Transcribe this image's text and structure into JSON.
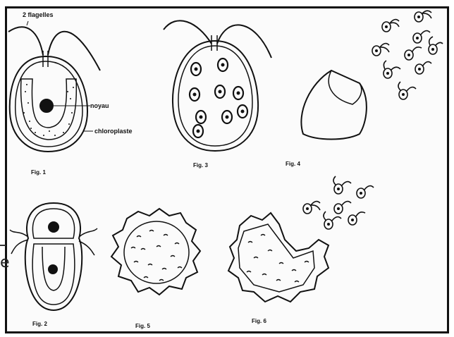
{
  "labels": {
    "flagella": "2 flagelles",
    "nucleus": "noyau",
    "chloroplast": "chloroplaste"
  },
  "figures": {
    "fig1": "Fig. 1",
    "fig2": "Fig. 2",
    "fig3": "Fig. 3",
    "fig4": "Fig. 4",
    "fig5": "Fig. 5",
    "fig6": "Fig. 6"
  },
  "stray_char": "e",
  "colors": {
    "ink": "#111111",
    "paper": "#fbfbfb"
  }
}
